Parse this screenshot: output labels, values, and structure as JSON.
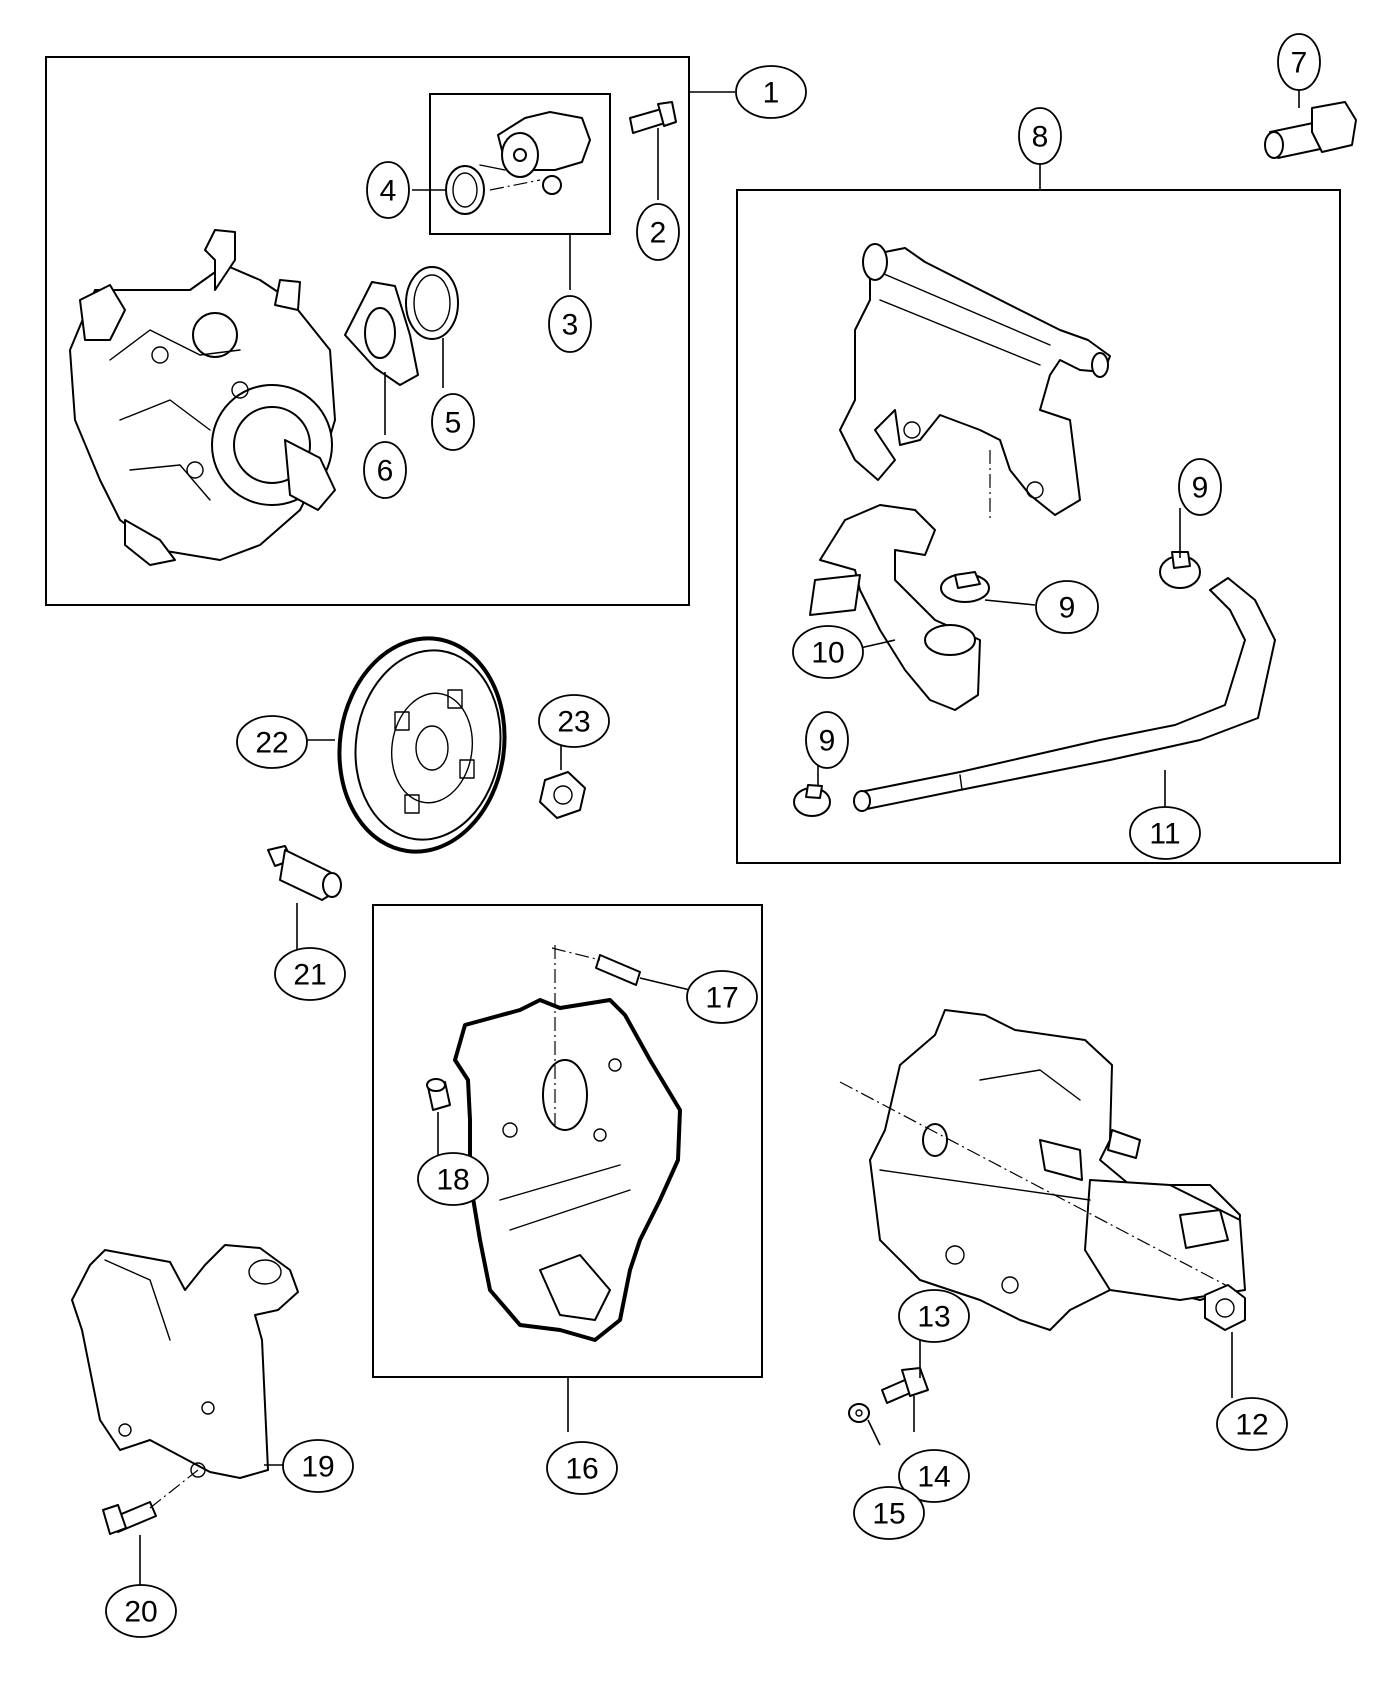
{
  "callouts": {
    "c1": "1",
    "c2": "2",
    "c3": "3",
    "c4": "4",
    "c5": "5",
    "c6": "6",
    "c7": "7",
    "c8": "8",
    "c9a": "9",
    "c9b": "9",
    "c9c": "9",
    "c10": "10",
    "c11": "11",
    "c12": "12",
    "c13": "13",
    "c14": "14",
    "c15": "15",
    "c16": "16",
    "c17": "17",
    "c18": "18",
    "c19": "19",
    "c20": "20",
    "c21": "21",
    "c22": "22",
    "c23": "23"
  },
  "colors": {
    "line": "#000000",
    "background": "#ffffff"
  }
}
